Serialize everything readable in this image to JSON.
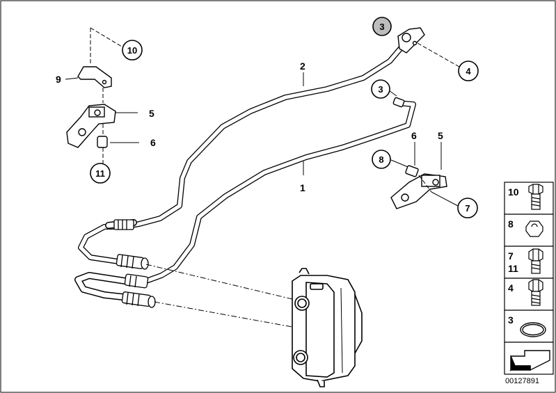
{
  "callouts": {
    "c10": "10",
    "c9": "9",
    "c5a": "5",
    "c6a": "6",
    "c11": "11",
    "c2": "2",
    "c1": "1",
    "c3a": "3",
    "c3b": "3",
    "c4": "4",
    "c6b": "6",
    "c5b": "5",
    "c8": "8",
    "c7": "7"
  },
  "legend": {
    "items": [
      {
        "label": "10",
        "icon": "bolt-icon"
      },
      {
        "label": "8",
        "icon": "nut-icon"
      },
      {
        "label": "7\n11",
        "icon": "bolt-icon"
      },
      {
        "label": "4",
        "icon": "bolt-icon"
      },
      {
        "label": "3",
        "icon": "o-ring-icon"
      },
      {
        "label": "",
        "icon": "arrow-icon"
      }
    ],
    "l10": "10",
    "l8": "8",
    "l7": "7",
    "l11": "11",
    "l4": "4",
    "l3": "3"
  },
  "diagram_number": "00127891",
  "colors": {
    "line": "#000000",
    "highlight_circle": "#bdbdbd",
    "background": "#ffffff"
  }
}
